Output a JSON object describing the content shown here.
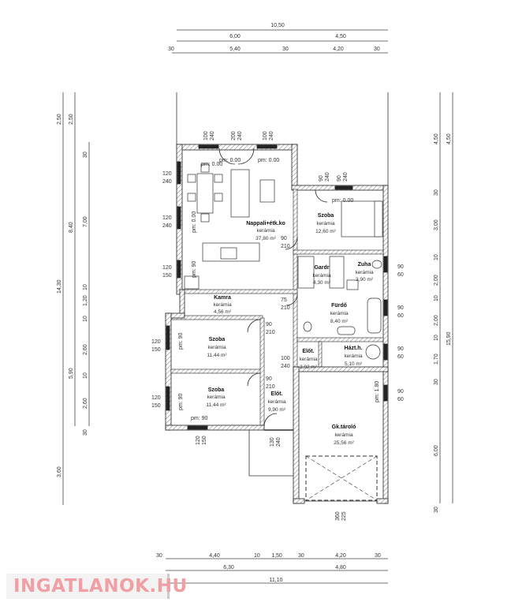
{
  "rooms": [
    {
      "name": "Nappali+étk.ko",
      "floor": "kerámia",
      "area": "37,80 m²"
    },
    {
      "name": "Szoba",
      "floor": "kerámia",
      "area": "12,60 m²"
    },
    {
      "name": "Gardr",
      "floor": "kerámia",
      "area": "4,30 m²"
    },
    {
      "name": "Zuha",
      "floor": "kerámia",
      "area": "3,90 m²"
    },
    {
      "name": "Kamra",
      "floor": "kerámia",
      "area": "4,56 m²"
    },
    {
      "name": "Fürdő",
      "floor": "kerámia",
      "area": "8,40 m²"
    },
    {
      "name": "Szoba",
      "floor": "kerámia",
      "area": "11,44 m²"
    },
    {
      "name": "Házt.h.",
      "floor": "kerámia",
      "area": "5,10 m²"
    },
    {
      "name": "Előt.",
      "floor": "kerámia",
      "area": "2,02 m²"
    },
    {
      "name": "Szoba",
      "floor": "kerámia",
      "area": "11,44 m²"
    },
    {
      "name": "Előt.",
      "floor": "kerámia",
      "area": "9,90 m²"
    },
    {
      "name": "Gk.tároló",
      "floor": "kerámia",
      "area": "25,56 m²"
    }
  ],
  "dims": {
    "top": [
      "10,50",
      "6,00",
      "4,50",
      "30",
      "5,40",
      "30",
      "4,20",
      "30"
    ],
    "left": [
      "2,50",
      "14,30",
      "3,60",
      "2,50",
      "8,40",
      "5,90",
      "30",
      "7,00",
      "10",
      "1,20",
      "10",
      "2,60",
      "10",
      "2,60",
      "30"
    ],
    "right": [
      "4,50",
      "30",
      "3,00",
      "10",
      "2,00",
      "10",
      "2,00",
      "10",
      "1,70",
      "30",
      "6,00",
      "30",
      "4,50",
      "15,90"
    ],
    "bottom": [
      "30",
      "4,40",
      "10",
      "1,50",
      "30",
      "4,20",
      "30",
      "6,30",
      "4,80",
      "11,10"
    ]
  },
  "openings": {
    "w1": [
      "100",
      "240"
    ],
    "w2": [
      "200",
      "240"
    ],
    "w3": [
      "100",
      "240"
    ],
    "w4": [
      "90",
      "240"
    ],
    "w5": [
      "90",
      "240"
    ],
    "lw1": [
      "120",
      "240"
    ],
    "lw2": [
      "120",
      "240"
    ],
    "lw3": [
      "120",
      "150"
    ],
    "lw4": [
      "120",
      "150"
    ],
    "lw5": [
      "120",
      "150"
    ],
    "d1": [
      "90",
      "210"
    ],
    "d2": [
      "75",
      "210"
    ],
    "d3": [
      "90",
      "210"
    ],
    "d4": [
      "100",
      "240"
    ],
    "d5": [
      "90",
      "210"
    ],
    "rw1": [
      "90",
      "60"
    ],
    "rw2": [
      "90",
      "60"
    ],
    "rw3": [
      "90",
      "60"
    ],
    "rw4": [
      "90",
      "60"
    ],
    "bw1": [
      "120",
      "150"
    ],
    "bw2": [
      "130",
      "240"
    ],
    "gd": [
      "360",
      "225"
    ],
    "pm": [
      "pm: 0.00",
      "pm: 0.00",
      "pm: 0.00",
      "pm: 0.00",
      "pm: 0.00",
      "pm: 90",
      "pm: 90",
      "pm: 90",
      "pm: 90",
      "pm: 1.80"
    ]
  },
  "logo": {
    "text": "INGATLANOK.HU"
  }
}
